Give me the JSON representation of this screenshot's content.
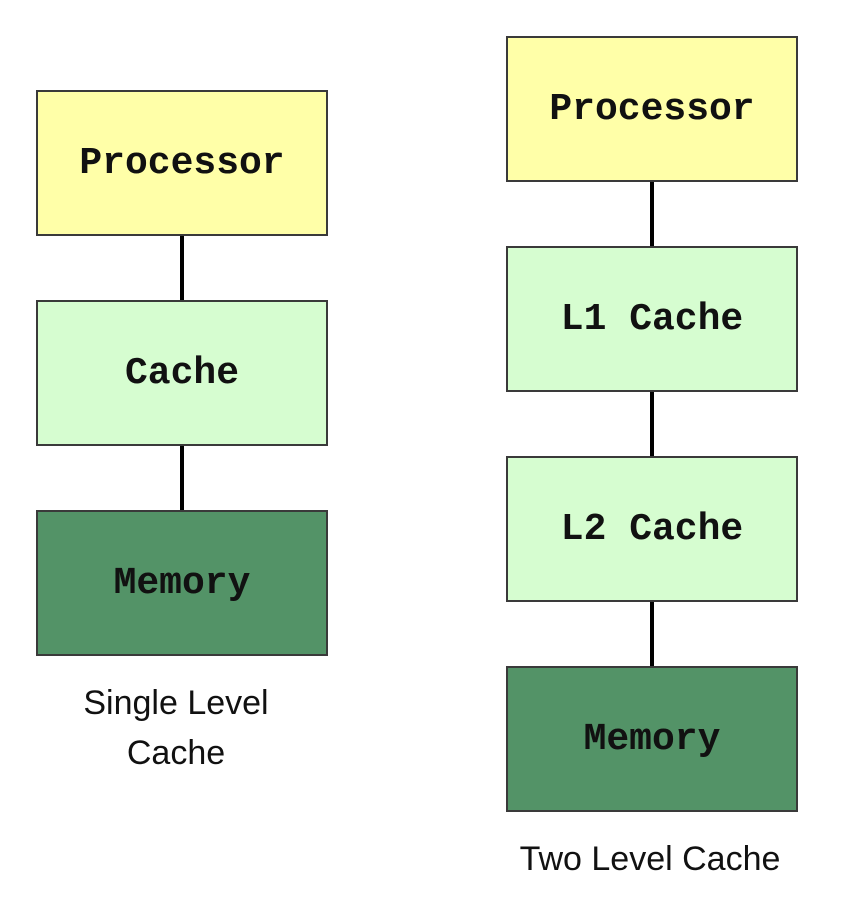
{
  "colors": {
    "processor": "#ffffa8",
    "cache": "#d6fdd0",
    "memory": "#539367"
  },
  "single_level": {
    "processor_label": "Processor",
    "cache_label": "Cache",
    "memory_label": "Memory",
    "caption_line1": "Single Level",
    "caption_line2": "Cache"
  },
  "two_level": {
    "processor_label": "Processor",
    "l1_label": "L1 Cache",
    "l2_label": "L2 Cache",
    "memory_label": "Memory",
    "caption": "Two Level Cache"
  }
}
